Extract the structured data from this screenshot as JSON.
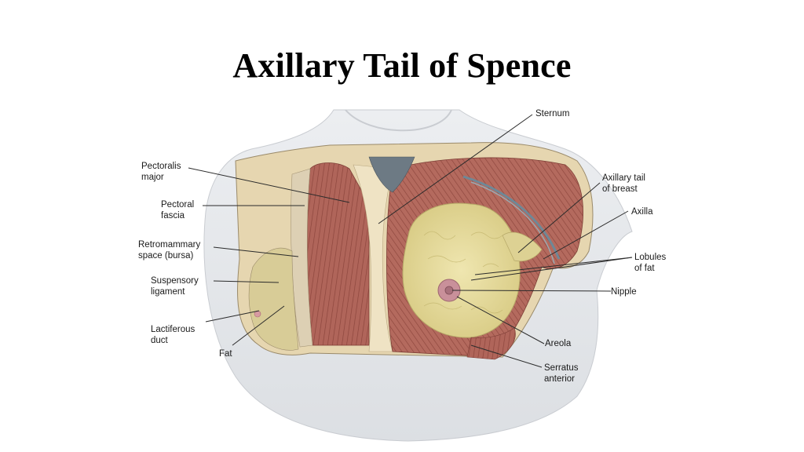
{
  "title": "Axillary Tail of Spence",
  "labels": {
    "sternum": "Sternum",
    "pectoralis_major": [
      "Pectoralis",
      "major"
    ],
    "pectoral_fascia": [
      "Pectoral",
      "fascia"
    ],
    "retromammary_space": [
      "Retromammary",
      "space (bursa)"
    ],
    "suspensory_ligament": [
      "Suspensory",
      "ligament"
    ],
    "lactiferous_duct": [
      "Lactiferous",
      "duct"
    ],
    "fat": "Fat",
    "axillary_tail": [
      "Axillary tail",
      "of breast"
    ],
    "axilla": "Axilla",
    "lobules_of_fat": [
      "Lobules",
      "of fat"
    ],
    "nipple": "Nipple",
    "areola": "Areola",
    "serratus_anterior": [
      "Serratus",
      "anterior"
    ]
  },
  "colors": {
    "skin": "#e7e9ec",
    "skin_shadow": "#c9ccd1",
    "muscle": "#b0655a",
    "muscle_dark": "#8c453c",
    "fascia": "#e8d7b4",
    "gland": "#e6dc9c",
    "areola": "#c9909a"
  }
}
